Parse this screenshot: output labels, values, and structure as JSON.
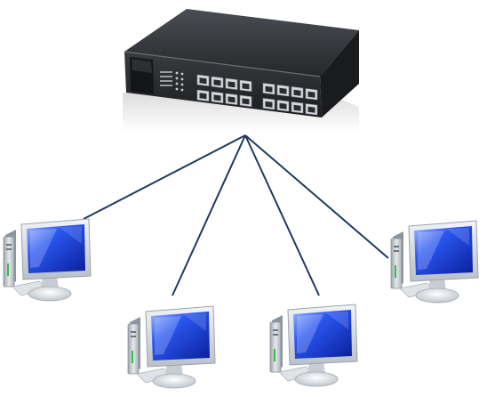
{
  "diagram": {
    "type": "network-star-topology",
    "hub": {
      "name": "network-switch",
      "ports": 16,
      "port_rows": 2,
      "port_groups": 2
    },
    "nodes": [
      {
        "name": "computer-1"
      },
      {
        "name": "computer-2"
      },
      {
        "name": "computer-3"
      },
      {
        "name": "computer-4"
      }
    ],
    "colors": {
      "link": "#1f3a5f",
      "switch_body": "#2b2d30",
      "switch_top": "#3a3d41",
      "screen_blue": "#1c3fd6",
      "screen_glow": "#7fa2ff",
      "monitor_frame": "#d9dde2",
      "tower": "#cfd4d9"
    }
  }
}
